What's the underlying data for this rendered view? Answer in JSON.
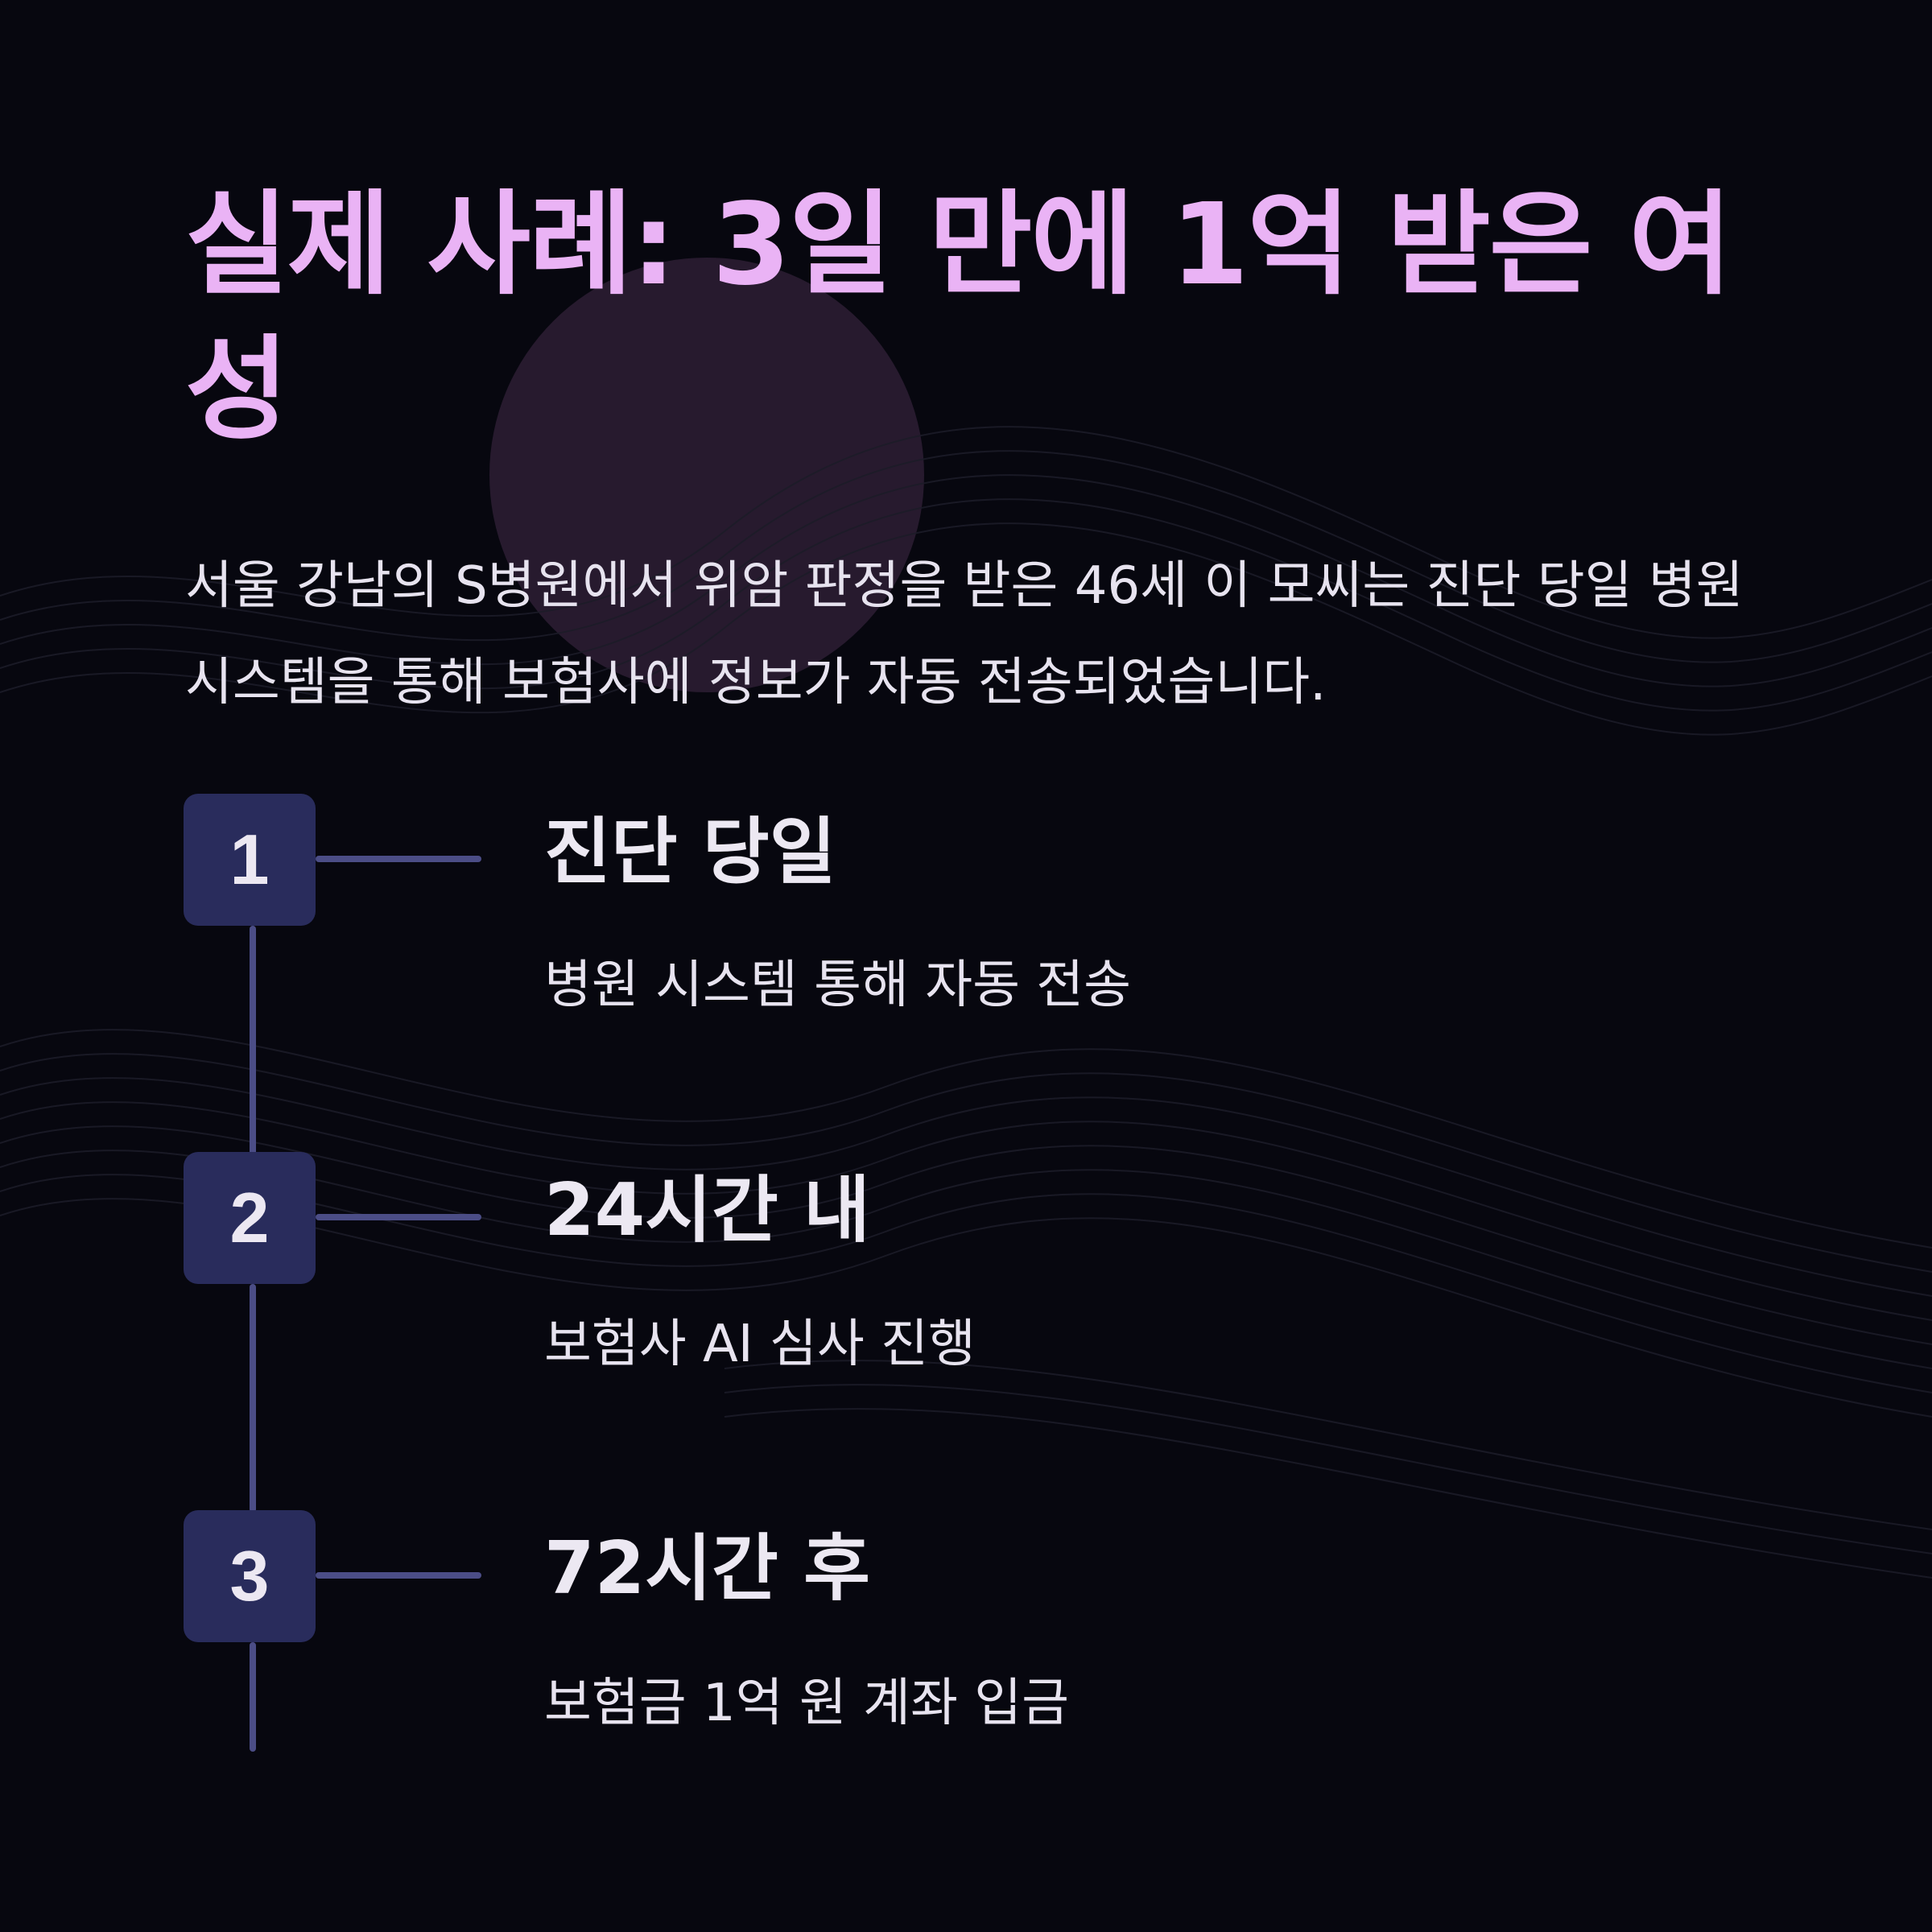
{
  "headline": "실제 사례: 3일 만에 1억 받은 여성",
  "description": "서울 강남의 S병원에서 위암 판정을 받은 46세 이 모씨는 진단 당일 병원 시스템을 통해 보험사에 정보가 자동 전송되었습니다.",
  "timeline": [
    {
      "number": "1",
      "title": "진단 당일",
      "description": "병원 시스템 통해 자동 전송"
    },
    {
      "number": "2",
      "title": "24시간 내",
      "description": "보험사 AI 심사 진행"
    },
    {
      "number": "3",
      "title": "72시간 후",
      "description": "보험금 1억 원 계좌 입금"
    }
  ],
  "colors": {
    "background": "#07070f",
    "headline": "#eab3f5",
    "text": "#e7e3ef",
    "badge": "#292c5c",
    "connector": "#4b4d86",
    "decorative_circle": "#271a2e"
  }
}
